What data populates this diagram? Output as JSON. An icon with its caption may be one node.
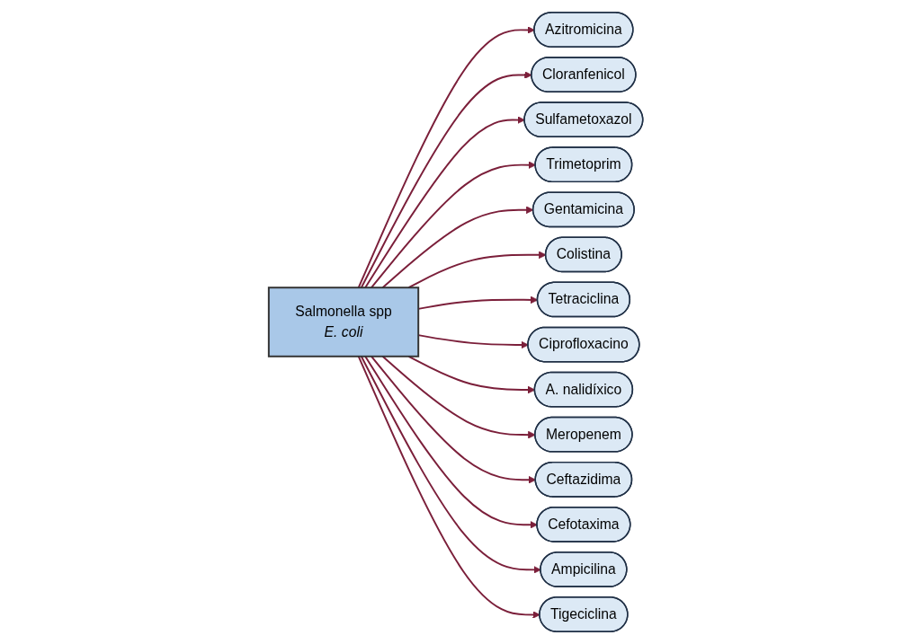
{
  "diagram": {
    "nodes": [
      {
        "text": [
          "Salmonella spp",
          "E. coli"
        ]
      },
      {
        "text": [
          "Azitromicina"
        ]
      },
      {
        "text": [
          "Cloranfenicol"
        ]
      },
      {
        "text": [
          "Sulfametoxazol"
        ]
      },
      {
        "text": [
          "Trimetoprim"
        ]
      },
      {
        "text": [
          "Gentamicina"
        ]
      },
      {
        "text": [
          "Colistina"
        ]
      },
      {
        "text": [
          "Tetraciclina"
        ]
      },
      {
        "text": [
          "Ciprofloxacino"
        ]
      },
      {
        "text": [
          "A. nalidíxico"
        ]
      },
      {
        "text": [
          "Meropenem"
        ]
      },
      {
        "text": [
          "Ceftazidima"
        ]
      },
      {
        "text": [
          "Cefotaxima"
        ]
      },
      {
        "text": [
          "Ampicilina"
        ]
      },
      {
        "text": [
          "Tigeciclina"
        ]
      }
    ],
    "edges": [
      {
        "from": 0,
        "to": 1,
        "arrow": "to"
      },
      {
        "from": 0,
        "to": 2,
        "arrow": "to"
      },
      {
        "from": 0,
        "to": 3,
        "arrow": "to"
      },
      {
        "from": 0,
        "to": 4,
        "arrow": "to"
      },
      {
        "from": 0,
        "to": 5,
        "arrow": "to"
      },
      {
        "from": 0,
        "to": 6,
        "arrow": "to"
      },
      {
        "from": 0,
        "to": 7,
        "arrow": "to"
      },
      {
        "from": 0,
        "to": 8,
        "arrow": "to"
      },
      {
        "from": 0,
        "to": 9,
        "arrow": "to"
      },
      {
        "from": 0,
        "to": 10,
        "arrow": "to"
      },
      {
        "from": 0,
        "to": 11,
        "arrow": "to"
      },
      {
        "from": 0,
        "to": 12,
        "arrow": "to"
      },
      {
        "from": 0,
        "to": 13,
        "arrow": "to"
      },
      {
        "from": 0,
        "to": 14,
        "arrow": "to"
      }
    ]
  }
}
